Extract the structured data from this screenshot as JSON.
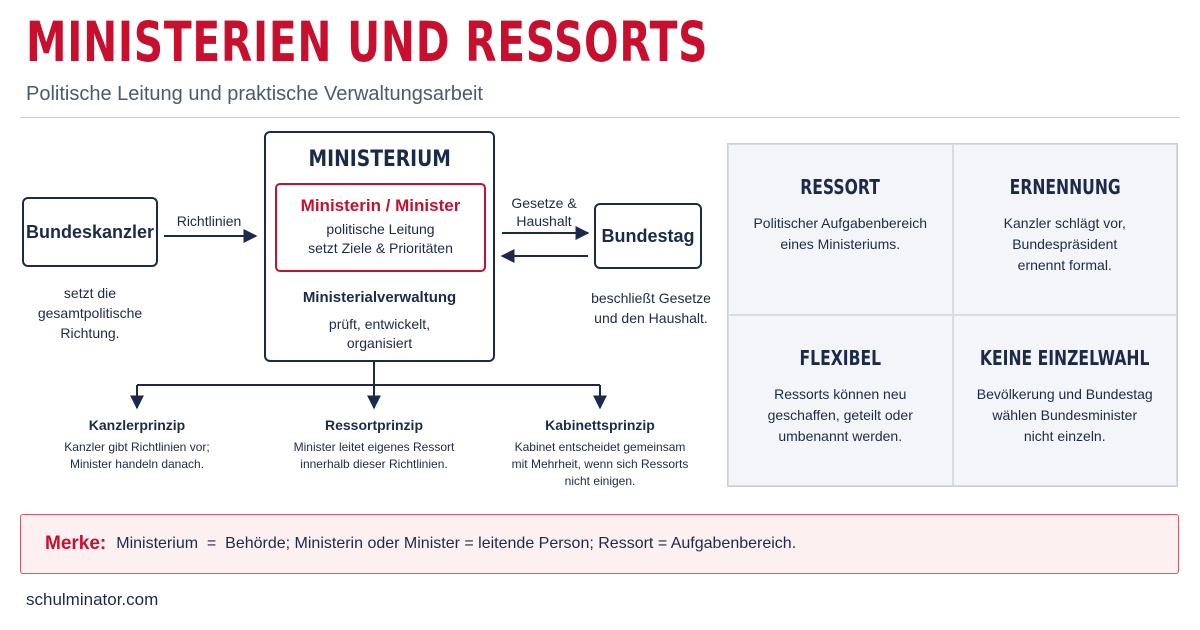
{
  "header": {
    "title": "MINISTERIEN UND RESSORTS",
    "subtitle": "Politische Leitung und praktische Verwaltungsarbeit"
  },
  "diagram": {
    "bundeskanzler": {
      "label": "Bundeskanzler",
      "caption": [
        "setzt die",
        "gesamtpolitische",
        "Richtung."
      ]
    },
    "richtlinien_label": "Richtlinien",
    "ministerium": {
      "title": "MINISTERIUM",
      "leader_title": "Ministerin / Minister",
      "leader_text": [
        "politische Leitung",
        "setzt Ziele & Prioritäten"
      ],
      "verwaltung_title": "Ministerialverwaltung",
      "verwaltung_text": [
        "prüft, entwickelt,",
        "organisiert"
      ]
    },
    "gesetze_label": [
      "Gesetze &",
      "Haushalt"
    ],
    "bundestag": {
      "label": "Bundestag",
      "caption": [
        "beschließt Gesetze",
        "und den Haushalt."
      ]
    },
    "principles": [
      {
        "title": "Kanzlerprinzip",
        "text": [
          "Kanzler gibt Richtlinien vor;",
          "Minister handeln danach."
        ]
      },
      {
        "title": "Ressortprinzip",
        "text": [
          "Minister leitet eigenes Ressort",
          "innerhalb dieser Richtlinien."
        ]
      },
      {
        "title": "Kabinettsprinzip",
        "text": [
          "Kabinet entscheidet gemeinsam",
          "mit Mehrheit, wenn sich Ressorts",
          "nicht einigen."
        ]
      }
    ]
  },
  "grid": [
    {
      "title": "RESSORT",
      "text": [
        "Politischer Aufgabenbereich",
        "eines Ministeriums."
      ]
    },
    {
      "title": "ERNENNUNG",
      "text": [
        "Kanzler schlägt vor,",
        "Bundespräsident",
        "ernennt formal."
      ]
    },
    {
      "title": "FLEXIBEL",
      "text": [
        "Ressorts können neu",
        "geschaffen, geteilt oder",
        "umbenannt werden."
      ]
    },
    {
      "title": "KEINE EINZELWAHL",
      "text": [
        "Bevölkerung und Bundestag",
        "wählen Bundesminister",
        "nicht einzeln."
      ]
    }
  ],
  "merke": {
    "label": "Merke:",
    "text": "Ministerium  =  Behörde; Ministerin oder Minister = leitende Person; Ressort = Aufgabenbereich."
  },
  "footer": "schulminator.com",
  "colors": {
    "accent_red": "#c8102e",
    "navy": "#1c2a4a",
    "grid_bg": "#f4f5f8",
    "merke_bg": "#fdf0f0"
  }
}
